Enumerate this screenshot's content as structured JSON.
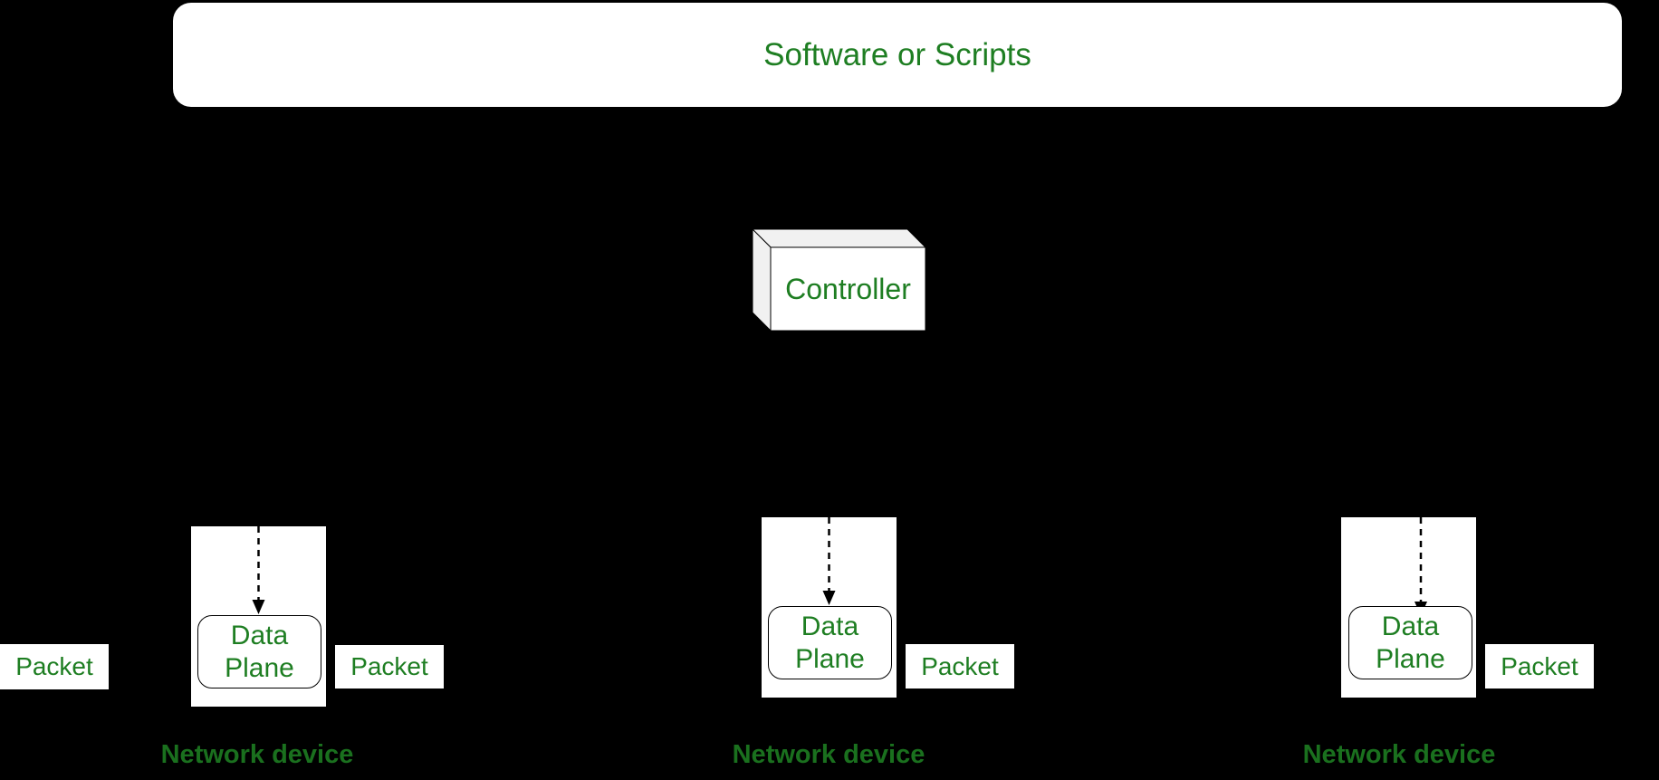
{
  "colors": {
    "background": "#000000",
    "box_fill": "#ffffff",
    "text_green": "#1e7e22",
    "label_green": "#1a701e",
    "cube_side_fill": "#f1f1f1",
    "stroke": "#000000"
  },
  "title_box": {
    "label": "Software or Scripts"
  },
  "controller": {
    "label": "Controller"
  },
  "devices": [
    {
      "data_plane": "Data\nPlane",
      "label": "Network device"
    },
    {
      "data_plane": "Data\nPlane",
      "label": "Network device"
    },
    {
      "data_plane": "Data\nPlane",
      "label": "Network device"
    }
  ],
  "packets": [
    {
      "label": "Packet"
    },
    {
      "label": "Packet"
    },
    {
      "label": "Packet"
    },
    {
      "label": "Packet"
    }
  ]
}
